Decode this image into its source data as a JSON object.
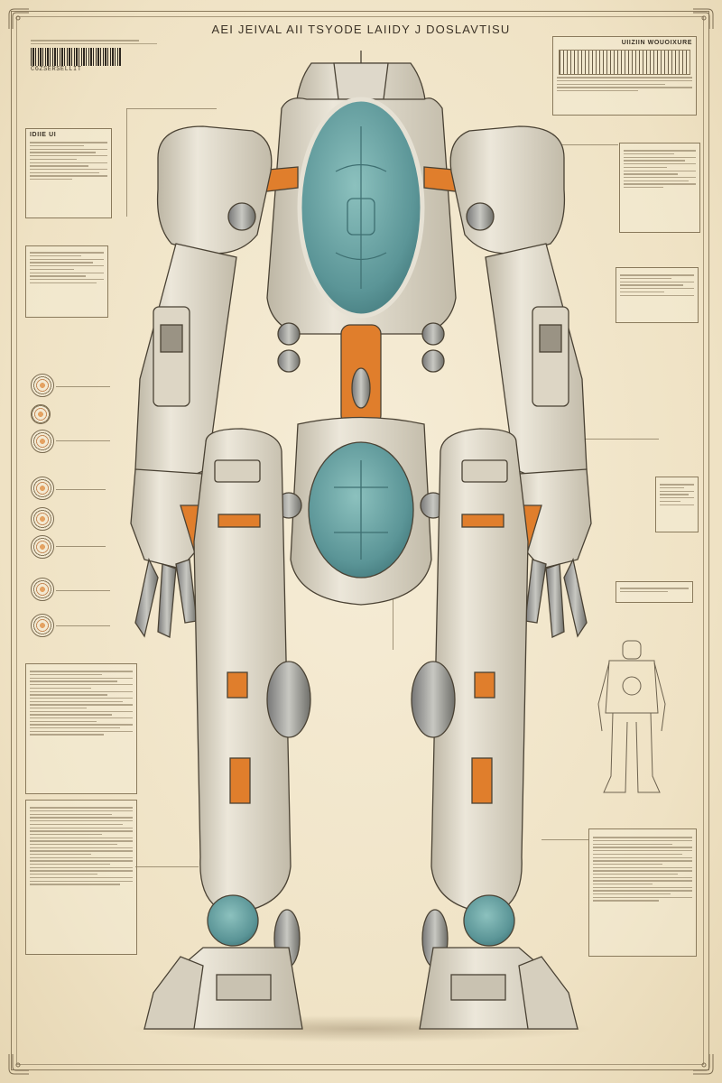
{
  "poster": {
    "title": "AEI JEIVAL AII TSYODE LAIIDY J DOSLAVTISU",
    "barcode_text": "C6ZSERSELLIT",
    "top_right_heading": "UIIZIIN WOUOIXURE",
    "left_box_heading": "IDIIE UI"
  },
  "colors": {
    "paper": "#f1e6cc",
    "armor": "#e3ddcd",
    "armor_shadow": "#b9b2a0",
    "teal": "#5f9c9e",
    "orange": "#e07e2c",
    "ink": "#3a3226"
  }
}
